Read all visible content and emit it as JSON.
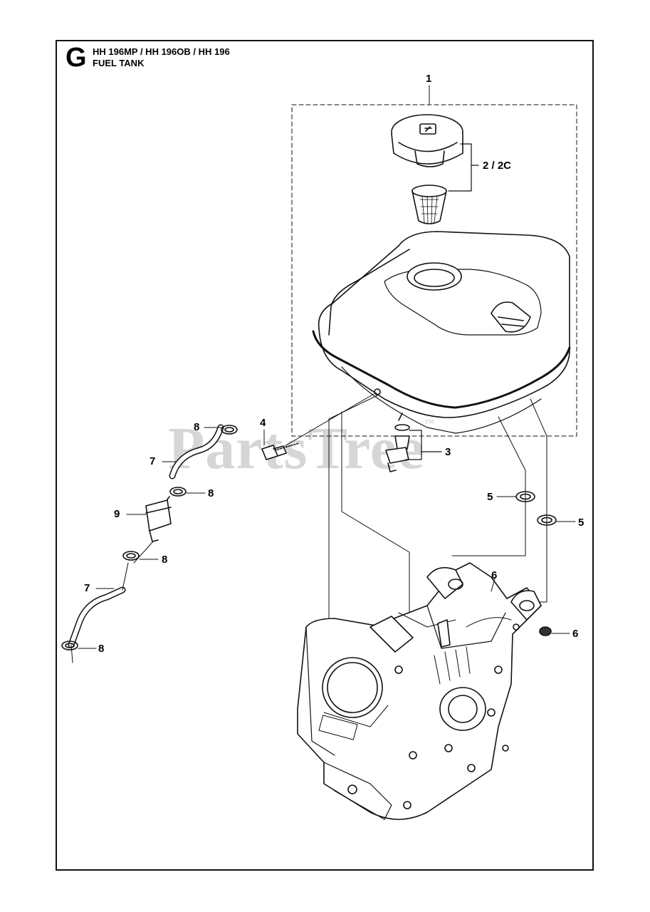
{
  "header": {
    "section_letter": "G",
    "models": "HH 196MP / HH 196OB / HH 196",
    "title": "FUEL TANK"
  },
  "watermark": "PartsTree",
  "watermark_mark": "™",
  "callouts": {
    "c1": "1",
    "c2": "2 / 2C",
    "c3": "3",
    "c4": "4",
    "c5a": "5",
    "c5b": "5",
    "c6a": "6",
    "c6b": "6",
    "c7a": "7",
    "c7b": "7",
    "c8a": "8",
    "c8b": "8",
    "c8c": "8",
    "c8d": "8",
    "c9": "9"
  },
  "colors": {
    "line": "#111111",
    "watermark": "#d6d6d6",
    "shade": "#9a9a9a"
  }
}
